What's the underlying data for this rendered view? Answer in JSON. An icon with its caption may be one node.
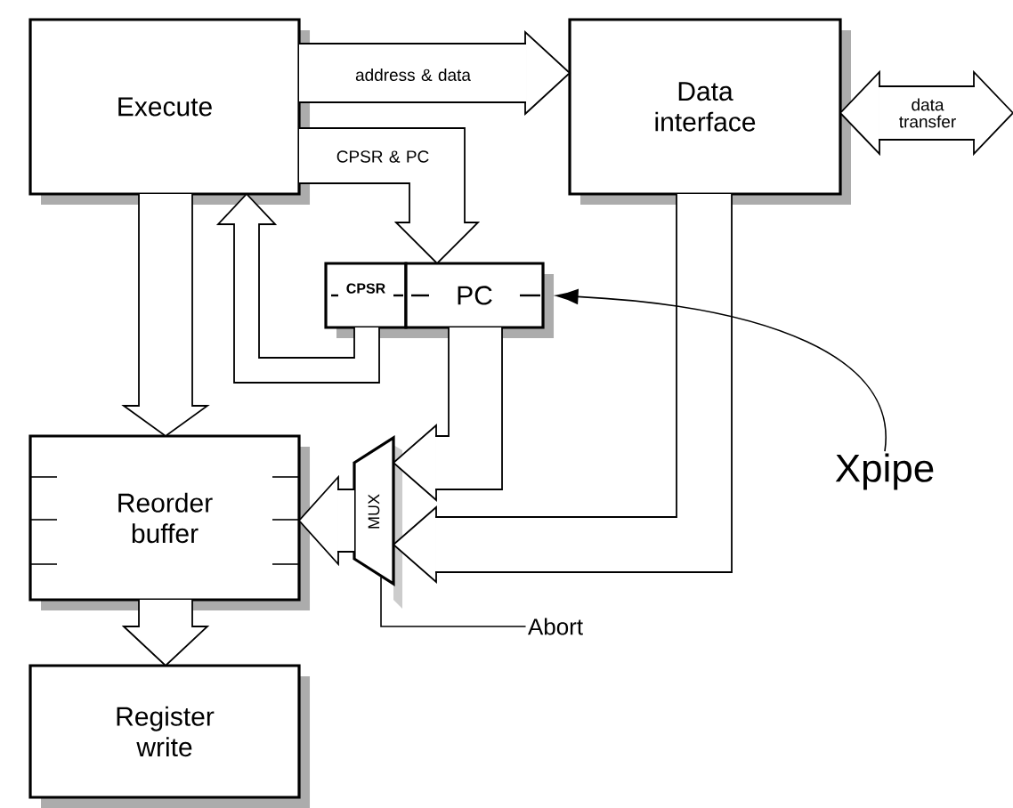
{
  "diagram": {
    "nodes": [
      {
        "text": [
          "Execute"
        ]
      },
      {
        "text": [
          "Data interface"
        ]
      },
      {
        "text": [
          "CPSR"
        ]
      },
      {
        "text": [
          "PC"
        ]
      },
      {
        "text": [
          "Reorder buffer"
        ]
      },
      {
        "text": [
          "Register write"
        ]
      },
      {
        "text": [
          "MUX"
        ]
      },
      {
        "text": [
          "Xpipe"
        ]
      },
      {
        "text": [
          "Abort"
        ]
      }
    ],
    "edges": [
      {
        "from": 0,
        "to": 1,
        "arrow": "to",
        "label": "address & data"
      },
      {
        "from": 0,
        "to": 3,
        "arrow": "to",
        "label": "CPSR & PC"
      },
      {
        "from": 0,
        "to": 4,
        "arrow": "to"
      },
      {
        "from": 2,
        "to": 0,
        "arrow": "to"
      },
      {
        "from": 3,
        "to": 6,
        "arrow": "to"
      },
      {
        "from": 1,
        "to": 6,
        "arrow": "to"
      },
      {
        "from": 6,
        "to": 4,
        "arrow": "to"
      },
      {
        "from": 4,
        "to": 5,
        "arrow": "to"
      },
      {
        "from": 7,
        "to": 3,
        "arrow": "to"
      },
      {
        "from": 8,
        "to": 6,
        "arrow": "none"
      },
      {
        "from": 1,
        "to": null,
        "arrow": "both",
        "label": "data transfer"
      }
    ]
  }
}
